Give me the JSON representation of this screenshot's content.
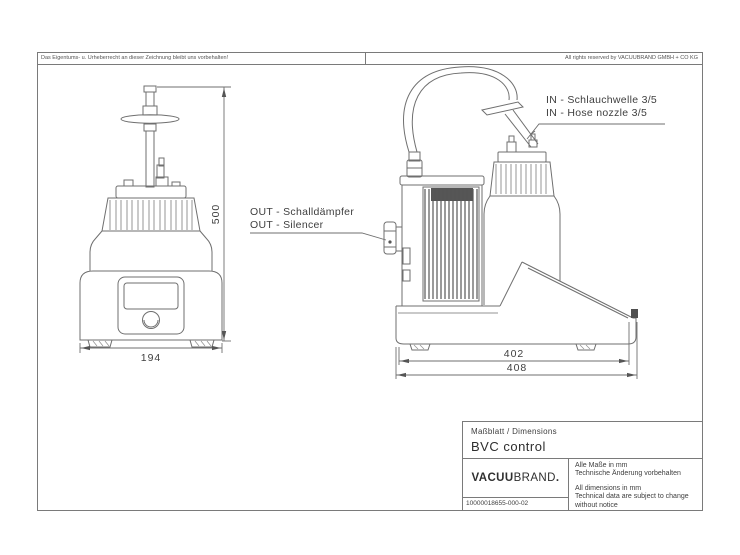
{
  "header": {
    "copyright_de": "Das Eigentums- u. Urheberrecht an dieser Zeichnung bleibt uns vorbehalten!",
    "copyright_en": "All rights reserved by VACUUBRAND GMBH + CO KG"
  },
  "annotations": {
    "out_line1": "OUT - Schalldämpfer",
    "out_line2": "OUT - Silencer",
    "in_line1": "IN - Schlauchwelle 3/5",
    "in_line2": "IN - Hose nozzle 3/5"
  },
  "dimensions_mm": {
    "overall_height": "500",
    "front_width": "194",
    "base_length": "402",
    "overall_length": "408"
  },
  "title_block": {
    "doc_type": "Maßblatt / Dimensions",
    "product": "BVC control",
    "logo_part1": "VACUU",
    "logo_part2": "BRAND",
    "logo_mark": ".",
    "note_de_1": "Alle Maße in mm",
    "note_de_2": "Technische Änderung vorbehalten",
    "note_en_1": "All dimensions in mm",
    "note_en_2": "Technical data are subject to change",
    "note_en_3": "without notice",
    "doc_number": "10000018655-000-02"
  },
  "colors": {
    "line": "#6f6f6f",
    "dark_fill": "#555555",
    "text": "#3d3d3d"
  }
}
